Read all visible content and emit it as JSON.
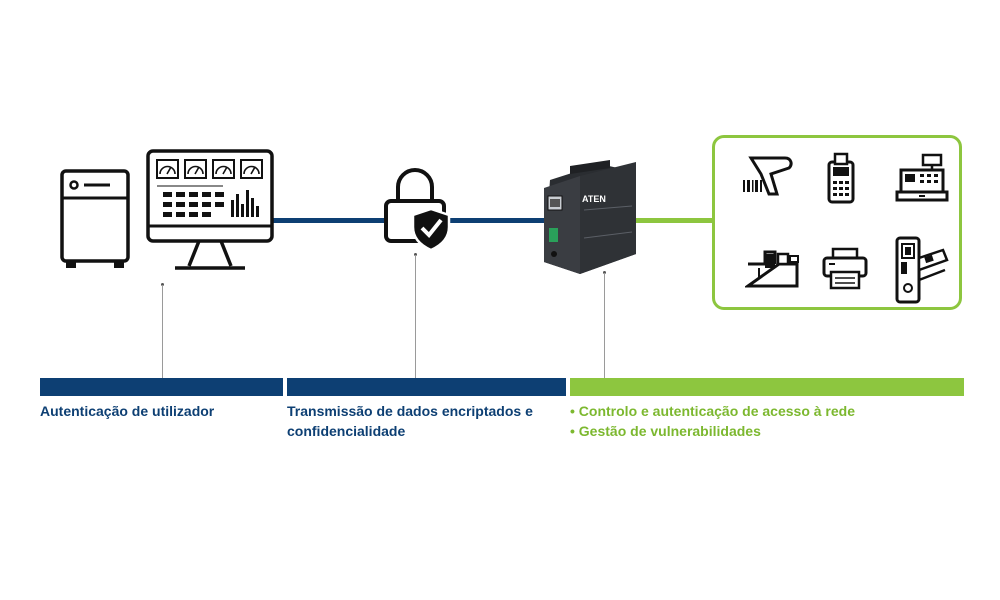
{
  "colors": {
    "navy": "#0d3f73",
    "green": "#8dc63f",
    "dark_green_text": "#7cb82f",
    "device": "#3a3d42"
  },
  "gateway": {
    "brand": "ATEN"
  },
  "captions": {
    "left": "Autenticação de utilizador",
    "middle_line1": "Transmissão de dados encriptados e",
    "middle_line2": "confidencialidade",
    "right": [
      "Controlo e autenticação de acesso à rede",
      "Gestão de vulnerabilidades"
    ]
  },
  "icons": [
    "server-tower-icon",
    "monitoring-monitor-icon",
    "padlock-shield-icon",
    "aten-gateway-device",
    "barcode-scanner-icon",
    "card-payment-terminal-icon",
    "cash-register-icon",
    "fingerprint-reader-icon",
    "printer-icon",
    "access-control-panel-icon"
  ]
}
